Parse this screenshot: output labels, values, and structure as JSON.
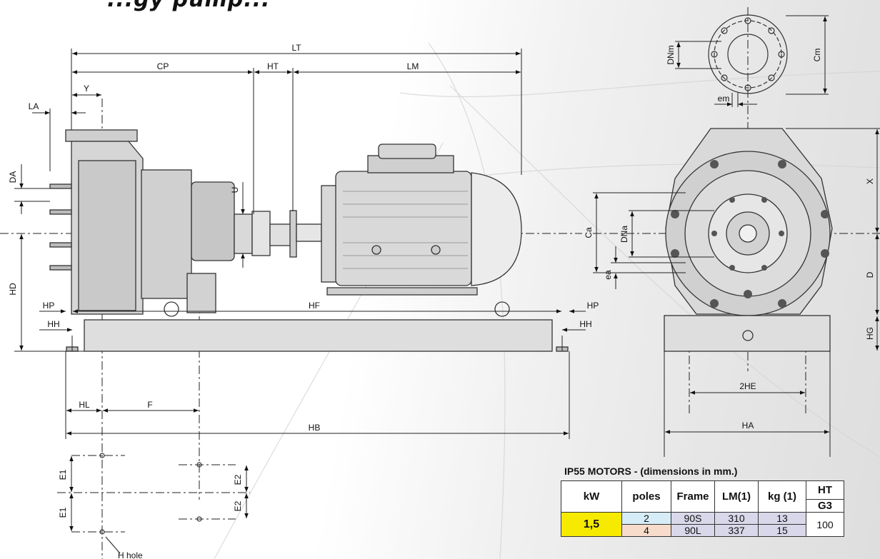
{
  "title_fragment": "...gy pump...",
  "side_view_labels": {
    "LT": "LT",
    "CP": "CP",
    "HT": "HT",
    "LM": "LM",
    "Y": "Y",
    "LA": "LA",
    "DA": "DA",
    "U": "U",
    "HD": "HD",
    "HP_left": "HP",
    "HH_left": "HH",
    "HF": "HF",
    "HP_right": "HP",
    "HH_right": "HH",
    "HL": "HL",
    "F": "F",
    "HB": "HB"
  },
  "hole_view_labels": {
    "E1_top": "E1",
    "E1_bottom": "E1",
    "E2_top": "E2",
    "E2_bottom": "E2",
    "hole": "H hole"
  },
  "front_view_labels": {
    "DNm": "DNm",
    "Cm": "Cm",
    "em": "em",
    "X": "X",
    "Ca": "Ca",
    "DNa": "DNa",
    "ea": "ea",
    "D": "D",
    "HG": "HG",
    "HE": "2HE",
    "HA": "HA"
  },
  "motors_table": {
    "title": "IP55 MOTORS - (dimensions in mm.)",
    "headers": {
      "kw": "kW",
      "poles": "poles",
      "frame": "Frame",
      "lm": "LM(1)",
      "kg": "kg (1)",
      "ht": "HT",
      "ht_sub": "G3"
    },
    "kw": "1,5",
    "ht_value": "100",
    "rows": [
      {
        "poles": "2",
        "frame": "90S",
        "lm": "310",
        "kg": "13"
      },
      {
        "poles": "4",
        "frame": "90L",
        "lm": "337",
        "kg": "15"
      }
    ]
  },
  "colors": {
    "kw_cell": "#f6ea00",
    "poles_2": "#d6ecf6",
    "poles_4": "#f8dccb",
    "value_cells": "#d9d8ea"
  }
}
